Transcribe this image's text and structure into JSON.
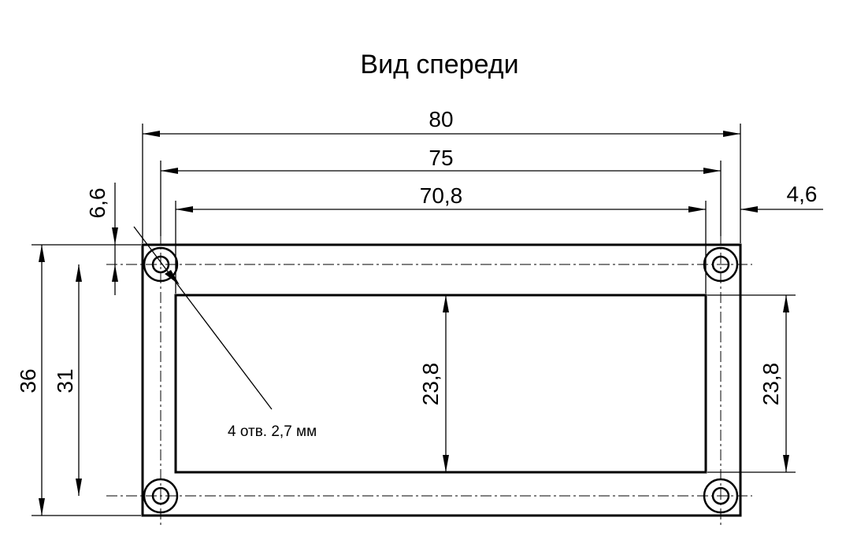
{
  "title": "Вид спереди",
  "dimensions": {
    "overall_width": "80",
    "hole_spacing_x": "75",
    "window_width": "70,8",
    "edge_offset": "4,6",
    "top_offset": "6,6",
    "overall_height": "36",
    "hole_spacing_y": "31",
    "window_height_inner": "23,8",
    "window_height_outer": "23,8"
  },
  "note": "4 отв. 2,7 мм",
  "colors": {
    "line": "#000000",
    "background": "#ffffff"
  }
}
